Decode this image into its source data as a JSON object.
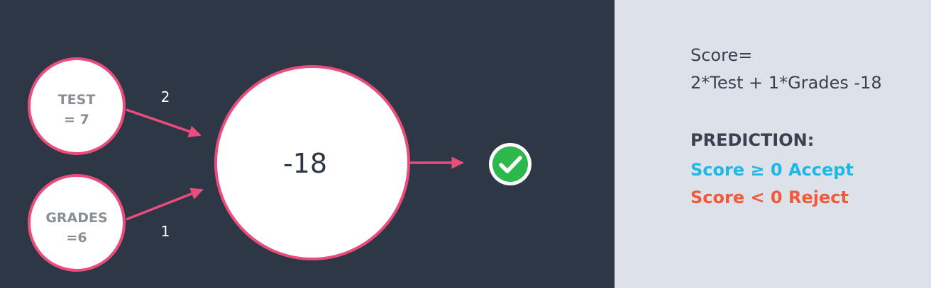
{
  "diagram": {
    "inputs": [
      {
        "name": "TEST",
        "value": "= 7",
        "weight": "2"
      },
      {
        "name": "GRADES",
        "value": "=6",
        "weight": "1"
      }
    ],
    "sum_value": "-18",
    "output_status": "accept-check-icon"
  },
  "panel": {
    "score_heading": "Score=",
    "score_formula": "2*Test + 1*Grades -18",
    "prediction_heading": "PREDICTION:",
    "rule_accept": "Score ≥ 0 Accept",
    "rule_reject": "Score < 0 Reject"
  },
  "colors": {
    "background": "#2e3745",
    "panel": "#dde1e8",
    "edge": "#ea4d7b",
    "accept": "#1fb6e8",
    "reject": "#f15a3a",
    "check": "#2db84d"
  }
}
